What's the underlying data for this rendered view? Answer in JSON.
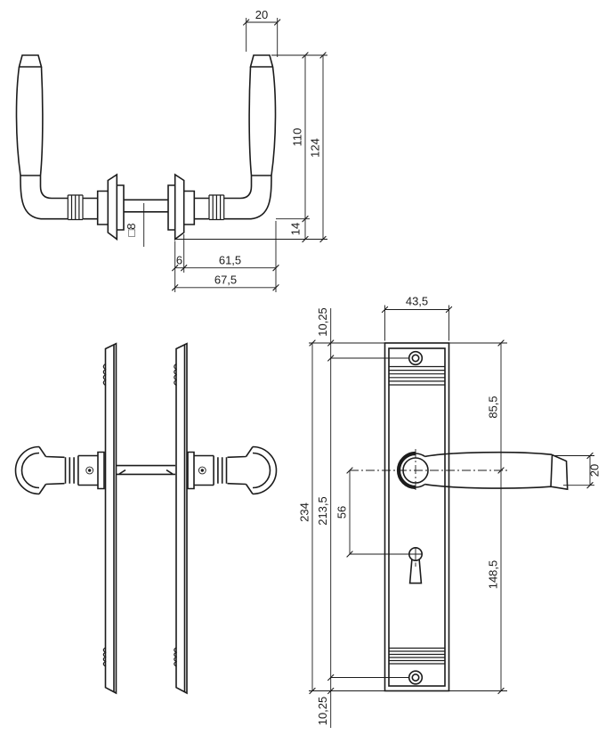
{
  "drawing": {
    "type": "technical-dimension-drawing",
    "subject": "door lever handle with long backplate",
    "background_color": "#ffffff",
    "line_color": "#1c1c1c",
    "views": {
      "handle_front_view": {
        "label": "handle pair front view",
        "dimensions": {
          "grip_top_width": "20",
          "handle_height": "110",
          "total_height": "124",
          "rosette_overhang": "14",
          "spindle_square": "□8",
          "rosette_thickness": "6",
          "handle_projection": "61,5",
          "total_projection": "67,5"
        }
      },
      "backplate_side_view": {
        "label": "backplate pair side view",
        "dimensions": {}
      },
      "backplate_front_view": {
        "label": "backplate front view",
        "dimensions": {
          "plate_width": "43,5",
          "top_edge_to_screw": "10,25",
          "top_edge_to_handle_center": "85,5",
          "lever_end_height": "20",
          "plate_height": "234",
          "screw_center_distance": "213,5",
          "handle_center_to_keyhole": "56",
          "handle_center_to_bottom_edge": "148,5",
          "bottom_screw_to_edge": "10,25"
        }
      }
    }
  }
}
